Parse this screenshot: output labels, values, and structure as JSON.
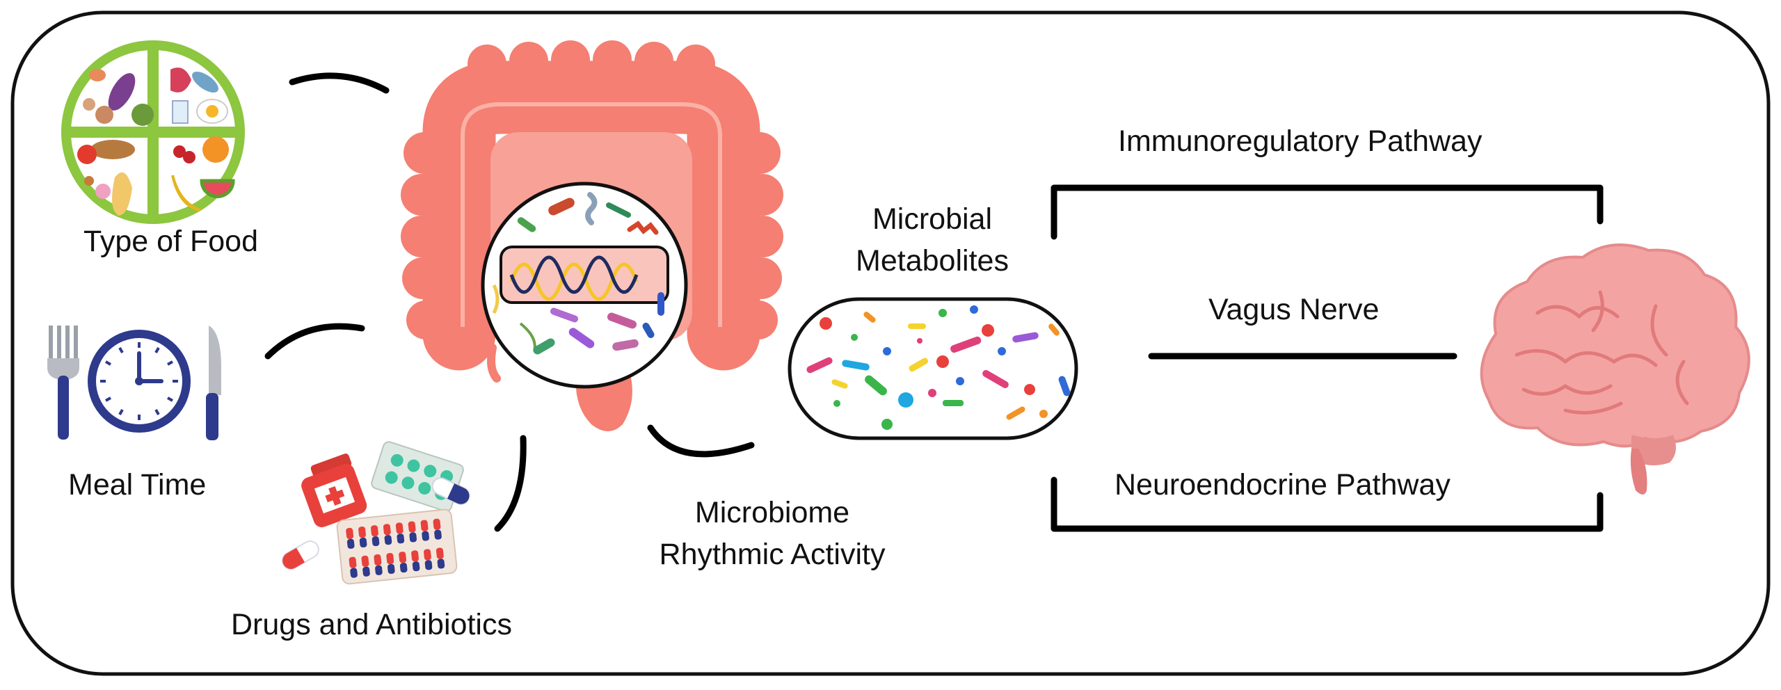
{
  "labels": {
    "type_of_food": "Type of Food",
    "meal_time": "Meal Time",
    "drugs_antibiotics": "Drugs and Antibiotics",
    "microbial_metabolites_line1": "Microbial",
    "microbial_metabolites_line2": "Metabolites",
    "microbiome_line1": "Microbiome",
    "microbiome_line2": "Rhythmic Activity",
    "immunoregulatory": "Immunoregulatory Pathway",
    "vagus": "Vagus Nerve",
    "neuroendocrine": "Neuroendocrine Pathway"
  },
  "colors": {
    "frame": "#111111",
    "arrow": "#000000",
    "gut": "#f47f72",
    "gut_light": "#fbb1a6",
    "brain": "#f4a3a3",
    "capsule_outline": "#111111",
    "plate_green": "#8dc63f",
    "cutlery_blue": "#2e3a8c",
    "pill_red": "#e8413b"
  },
  "icons": {
    "food_plate": "food-plate-icon",
    "clock": "clock-icon",
    "fork": "fork-icon",
    "knife": "knife-icon",
    "medicine": "medicine-pills-icon",
    "intestine": "intestine-icon",
    "bacteria": "bacteria-icon",
    "metabolites": "metabolite-capsule-icon",
    "brain": "brain-icon"
  }
}
